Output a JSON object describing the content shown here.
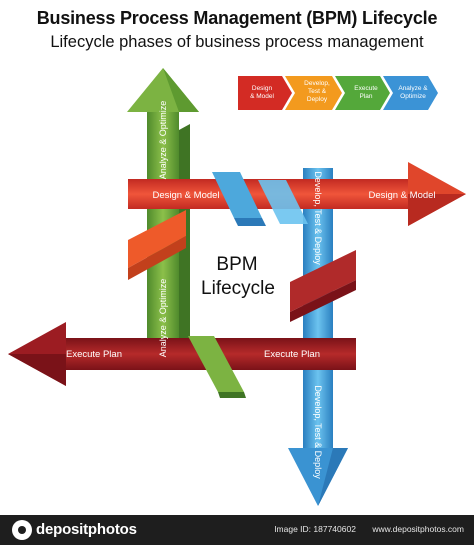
{
  "header": {
    "title": "Business Process Management (BPM) Lifecycle",
    "subtitle": "Lifecycle phases of business process management"
  },
  "legend": {
    "steps": [
      {
        "label": "Design & Model",
        "color": "#d32b24"
      },
      {
        "label": "Develop, Test & Deploy",
        "color": "#f39a1e"
      },
      {
        "label": "Execute Plan",
        "color": "#54a83a"
      },
      {
        "label": "Analyze & Optimize",
        "color": "#3b93d6"
      }
    ]
  },
  "center": {
    "line1": "BPM",
    "line2": "Lifecycle"
  },
  "arrows": {
    "design_model_left": "Design & Model",
    "design_model_right": "Design & Model",
    "develop_upper": "Develop, Test & Deploy",
    "develop_lower": "Develop, Test & Deploy",
    "analyze_upper": "Analyze & Optimize",
    "analyze_lower": "Analyze & Optimize",
    "execute_left": "Execute Plan",
    "execute_right": "Execute Plan"
  },
  "colors": {
    "red": "#d63a2a",
    "red_dark": "#8f1c22",
    "orange": "#ee5a2a",
    "green": "#6fa53a",
    "green_dark": "#3f7424",
    "blue": "#4da8dc",
    "blue_dark": "#2b79b8"
  },
  "footer": {
    "brand": "depositphotos",
    "image_id": "Image ID: 187740602",
    "site": "www.depositphotos.com"
  }
}
